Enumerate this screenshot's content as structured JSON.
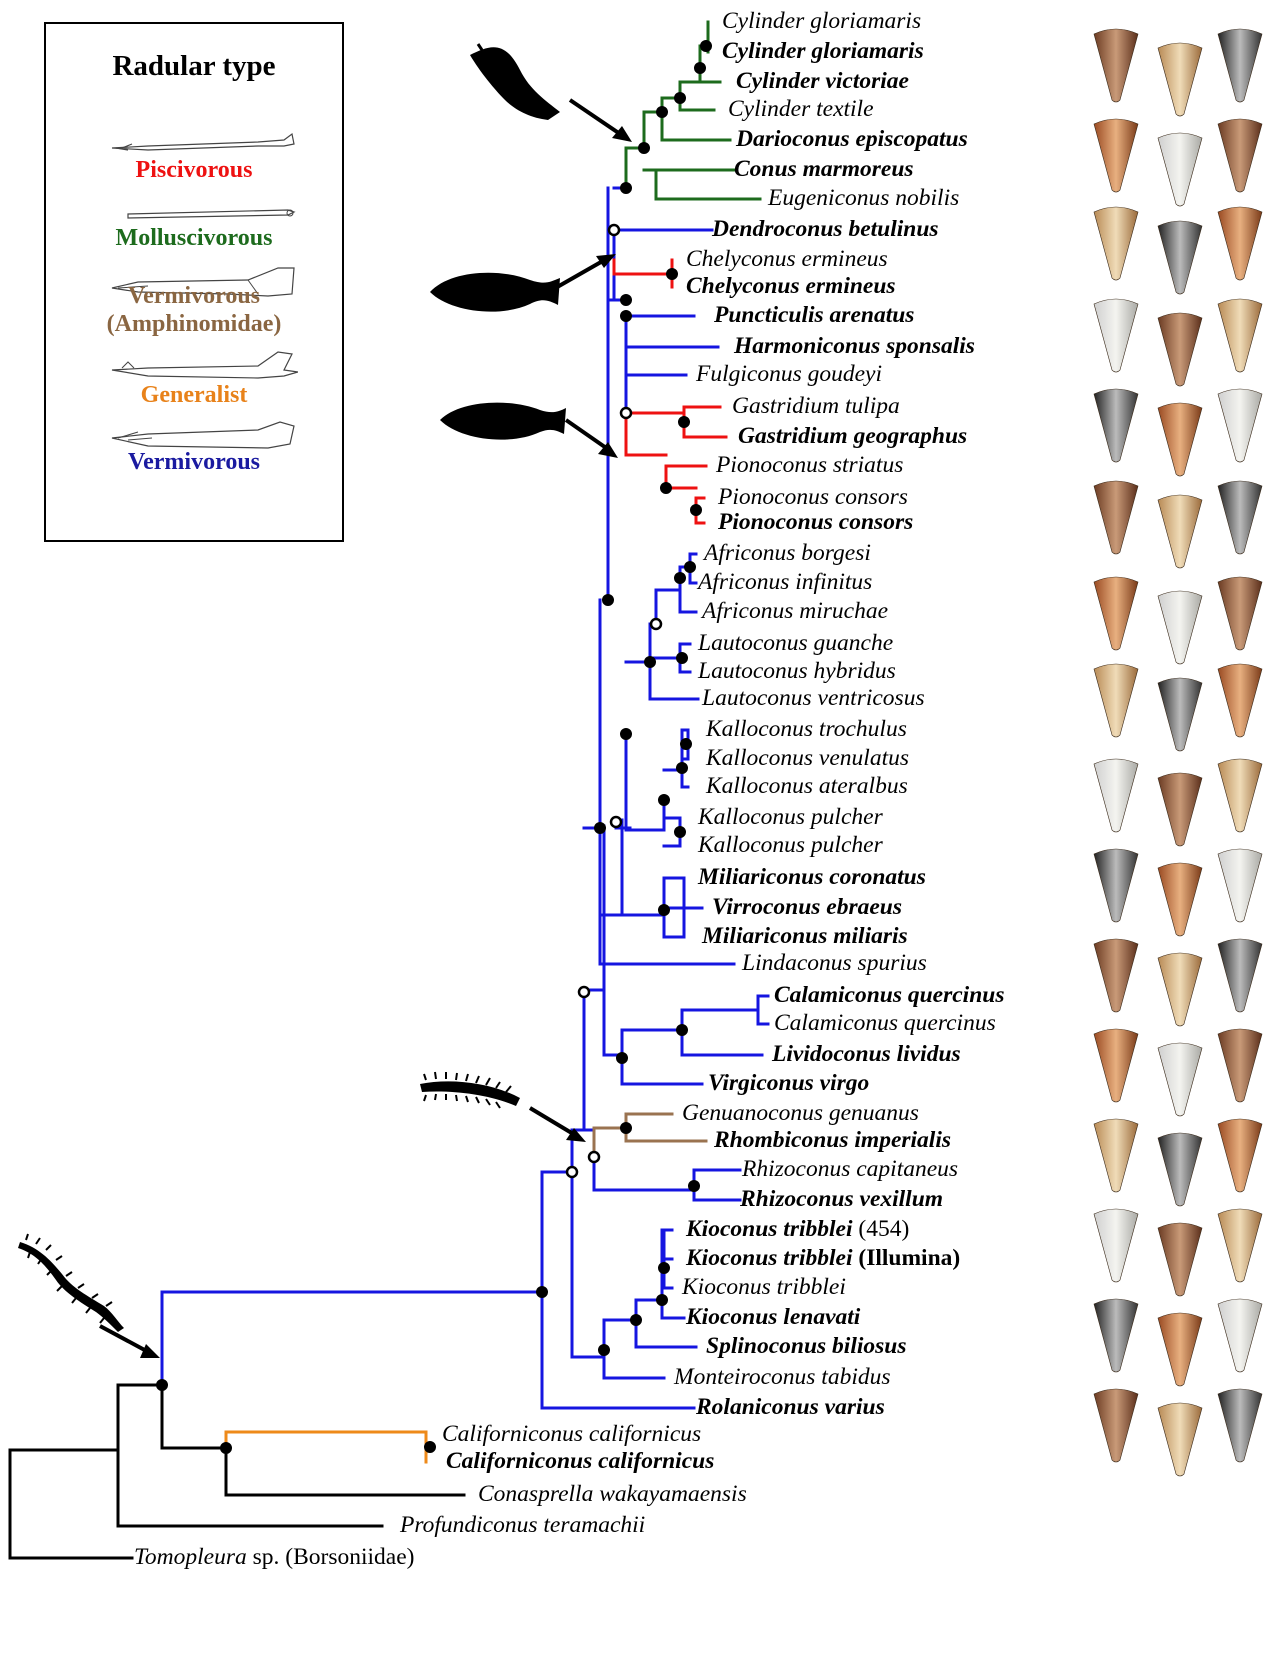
{
  "legend": {
    "title": "Radular type",
    "items": [
      {
        "label": "Piscivorous",
        "color": "#ee1111"
      },
      {
        "label": "Molluscivorous",
        "color": "#1d6b1d"
      },
      {
        "label": "Vermivorous (Amphinomidae)",
        "color": "#8a6642"
      },
      {
        "label": "Generalist",
        "color": "#e8821a"
      },
      {
        "label": "Vermivorous",
        "color": "#1a1aa0"
      }
    ]
  },
  "colors": {
    "blue": "#1515e0",
    "green": "#1d6b1d",
    "red": "#ee1111",
    "brown": "#9a7350",
    "orange": "#ee8a1a",
    "black": "#000000"
  },
  "taxa": [
    {
      "name": "Cylinder gloriamaris",
      "bold": false
    },
    {
      "name": "Cylinder gloriamaris",
      "bold": true
    },
    {
      "name": "Cylinder victoriae",
      "bold": true
    },
    {
      "name": "Cylinder textile",
      "bold": false
    },
    {
      "name": "Darioconus episcopatus",
      "bold": true
    },
    {
      "name": "Conus marmoreus",
      "bold": true
    },
    {
      "name": "Eugeniconus nobilis",
      "bold": false
    },
    {
      "name": "Dendroconus betulinus",
      "bold": true
    },
    {
      "name": "Chelyconus ermineus",
      "bold": false
    },
    {
      "name": "Chelyconus ermineus",
      "bold": true
    },
    {
      "name": "Puncticulis arenatus",
      "bold": true
    },
    {
      "name": "Harmoniconus sponsalis",
      "bold": true
    },
    {
      "name": "Fulgiconus goudeyi",
      "bold": false
    },
    {
      "name": "Gastridium tulipa",
      "bold": false
    },
    {
      "name": "Gastridium geographus",
      "bold": true
    },
    {
      "name": "Pionoconus striatus",
      "bold": false
    },
    {
      "name": "Pionoconus consors",
      "bold": false
    },
    {
      "name": "Pionoconus consors",
      "bold": true
    },
    {
      "name": "Africonus borgesi",
      "bold": false
    },
    {
      "name": "Africonus infinitus",
      "bold": false
    },
    {
      "name": "Africonus miruchae",
      "bold": false
    },
    {
      "name": "Lautoconus guanche",
      "bold": false
    },
    {
      "name": "Lautoconus hybridus",
      "bold": false
    },
    {
      "name": "Lautoconus ventricosus",
      "bold": false
    },
    {
      "name": "Kalloconus trochulus",
      "bold": false
    },
    {
      "name": "Kalloconus venulatus",
      "bold": false
    },
    {
      "name": "Kalloconus ateralbus",
      "bold": false
    },
    {
      "name": "Kalloconus pulcher",
      "bold": false
    },
    {
      "name": "Kalloconus pulcher",
      "bold": false
    },
    {
      "name": "Miliariconus coronatus",
      "bold": true
    },
    {
      "name": "Virroconus ebraeus",
      "bold": true
    },
    {
      "name": "Miliariconus miliaris",
      "bold": true
    },
    {
      "name": "Lindaconus spurius",
      "bold": false
    },
    {
      "name": "Calamiconus quercinus",
      "bold": true
    },
    {
      "name": "Calamiconus quercinus",
      "bold": false
    },
    {
      "name": "Lividoconus lividus",
      "bold": true
    },
    {
      "name": "Virgiconus virgo",
      "bold": true
    },
    {
      "name": "Genuanoconus genuanus",
      "bold": false
    },
    {
      "name": "Rhombiconus imperialis",
      "bold": true
    },
    {
      "name": "Rhizoconus capitaneus",
      "bold": false
    },
    {
      "name": "Rhizoconus vexillum",
      "bold": true
    },
    {
      "name": "Kioconus tribblei",
      "bold": true,
      "suffix": "(454)"
    },
    {
      "name": "Kioconus tribblei",
      "bold": true,
      "suffix": "(Illumina)"
    },
    {
      "name": "Kioconus tribblei",
      "bold": false
    },
    {
      "name": "Kioconus lenavati",
      "bold": true
    },
    {
      "name": "Splinoconus biliosus",
      "bold": true
    },
    {
      "name": "Monteiroconus tabidus",
      "bold": false
    },
    {
      "name": "Rolaniconus varius",
      "bold": true
    },
    {
      "name": "Californiconus californicus",
      "bold": false
    },
    {
      "name": "Californiconus californicus",
      "bold": true
    },
    {
      "name": "Conasprella wakayamaensis",
      "bold": false
    },
    {
      "name": "Profundiconus teramachii",
      "bold": false
    },
    {
      "name": "Tomopleura",
      "bold": false,
      "suffix": "sp. (Borsoniidae)"
    }
  ]
}
